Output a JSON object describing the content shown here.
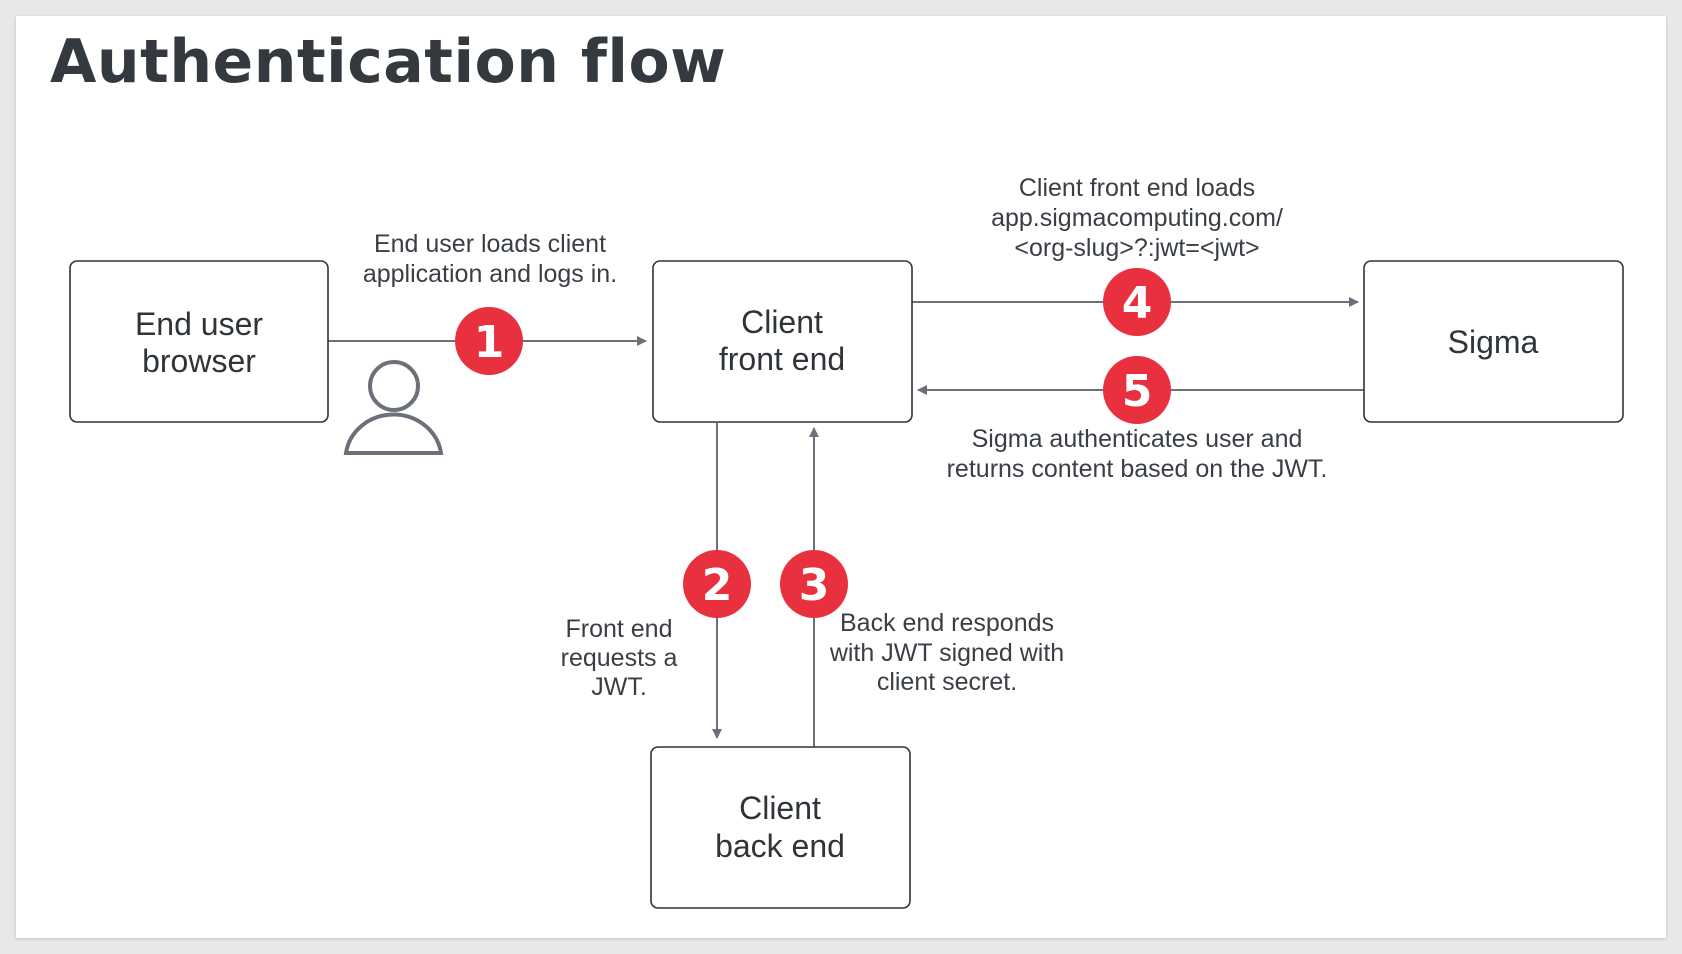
{
  "title": "Authentication flow",
  "colors": {
    "badge": "#e8303f",
    "edge": "#6b7079",
    "node_border": "#2f3439",
    "text": "#33393f"
  },
  "nodes": {
    "end_user_browser": {
      "lines": [
        "End user",
        "browser"
      ]
    },
    "client_front_end": {
      "lines": [
        "Client",
        "front end"
      ]
    },
    "sigma": {
      "lines": [
        "Sigma"
      ]
    },
    "client_back_end": {
      "lines": [
        "Client",
        "back end"
      ]
    }
  },
  "icons": {
    "user": "user-icon"
  },
  "steps": [
    {
      "number": "1",
      "note": [
        "End user loads client",
        "application and logs in."
      ]
    },
    {
      "number": "2",
      "note": [
        "Front end",
        "requests a",
        "JWT."
      ]
    },
    {
      "number": "3",
      "note": [
        "Back end responds",
        "with JWT signed with",
        "client secret."
      ]
    },
    {
      "number": "4",
      "note": [
        "Client front end loads",
        "app.sigmacomputing.com/",
        "<org-slug>?:jwt=<jwt>"
      ]
    },
    {
      "number": "5",
      "note": [
        "Sigma authenticates user and",
        "returns content based on the JWT."
      ]
    }
  ]
}
